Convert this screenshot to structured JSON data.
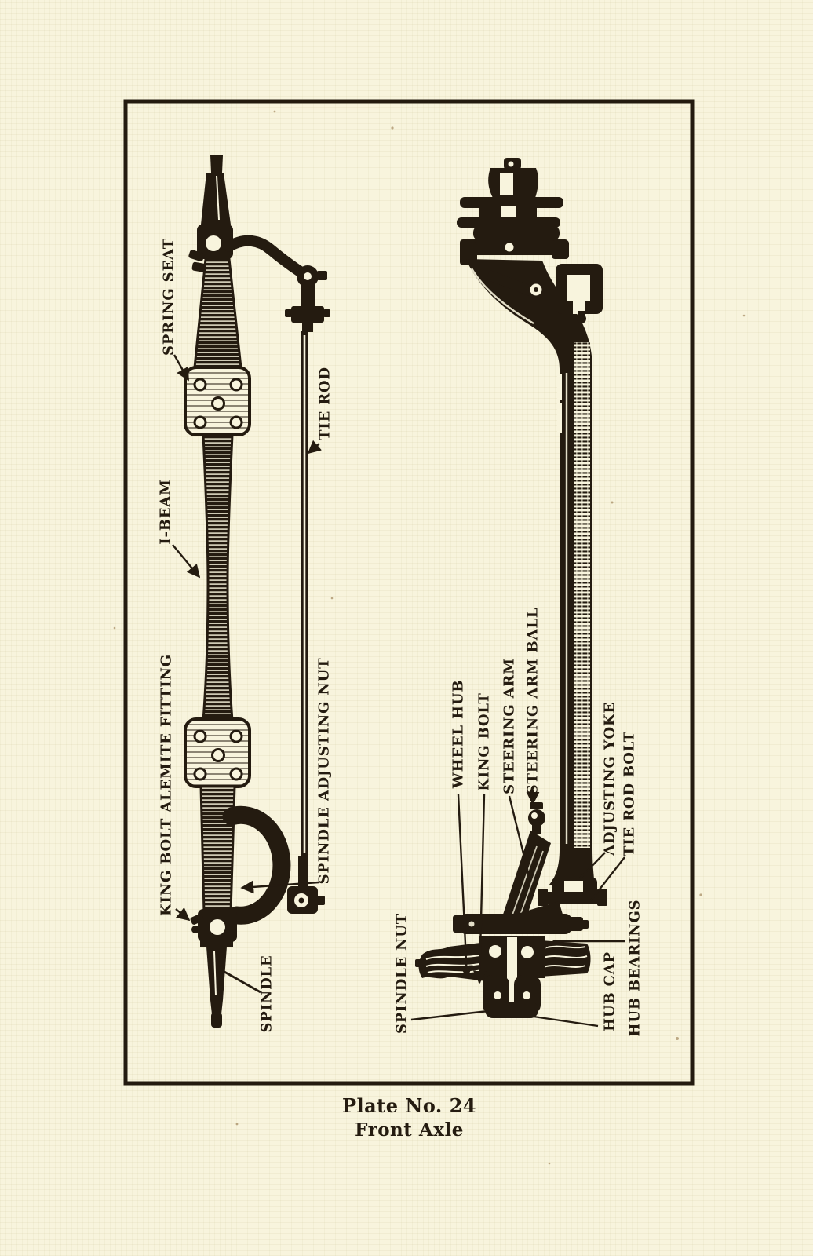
{
  "page": {
    "colors": {
      "paper": "#f8f4dd",
      "ink": "#241b10"
    }
  },
  "plate": {
    "caption_line1": "Plate No. 24",
    "caption_line2": "Front Axle"
  },
  "figure": {
    "left_view_labels": {
      "spring_seat": "SPRING SEAT",
      "tie_rod": "TIE ROD",
      "i_beam": "I-BEAM",
      "king_bolt_alemite_fitting": "KING BOLT ALEMITE FITTING",
      "spindle_adjusting_nut": "SPINDLE ADJUSTING NUT",
      "spindle": "SPINDLE"
    },
    "right_view_labels": {
      "wheel_hub": "WHEEL HUB",
      "king_bolt": "KING BOLT",
      "steering_arm": "STEERING ARM",
      "steering_arm_ball": "STEERING ARM BALL",
      "adjusting_yoke": "ADJUSTING YOKE",
      "tie_rod_bolt": "TIE ROD BOLT",
      "spindle_nut": "SPINDLE NUT",
      "hub_cap": "HUB CAP",
      "hub_bearings": "HUB BEARINGS"
    }
  }
}
